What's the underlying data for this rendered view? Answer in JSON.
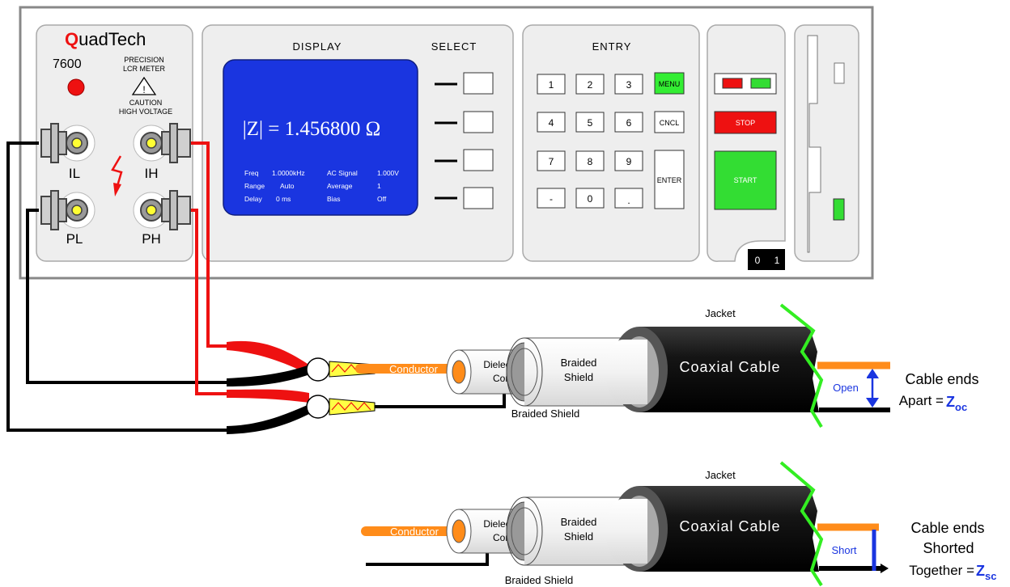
{
  "instrument": {
    "brand_initial": "Q",
    "brand_rest": "uadTech",
    "model": "7600",
    "type_line1": "PRECISION",
    "type_line2": "LCR METER",
    "caution_line1": "CAUTION",
    "caution_line2": "HIGH VOLTAGE",
    "terminals": [
      "IL",
      "IH",
      "PL",
      "PH"
    ]
  },
  "display": {
    "section_label": "DISPLAY",
    "reading": "|Z| = 1.456800 Ω",
    "params": [
      {
        "label": "Freq",
        "value": "1.0000kHz",
        "label2": "AC Signal",
        "value2": "1.000V"
      },
      {
        "label": "Range",
        "value": "Auto",
        "label2": "Average",
        "value2": "1"
      },
      {
        "label": "Delay",
        "value": "0 ms",
        "label2": "Bias",
        "value2": "Off"
      }
    ]
  },
  "select": {
    "section_label": "SELECT"
  },
  "entry": {
    "section_label": "ENTRY",
    "keys": [
      "1",
      "2",
      "3",
      "4",
      "5",
      "6",
      "7",
      "8",
      "9",
      "-",
      "0",
      "."
    ],
    "menu": "MENU",
    "cancel": "CNCL",
    "enter": "ENTER"
  },
  "control": {
    "stop": "STOP",
    "start": "START",
    "power": [
      "0",
      "1"
    ]
  },
  "cable_top": {
    "jacket": "Jacket",
    "cable": "Coaxial Cable",
    "dielectric_line1": "Dielectric",
    "dielectric_line2": "Core",
    "shield_line1": "Braided",
    "shield_line2": "Shield",
    "conductor": "Conductor",
    "braided_shield": "Braided Shield",
    "gap_label": "Open",
    "ends_line1": "Cable ends",
    "ends_line2": "Apart =",
    "z_symbol": "Z",
    "z_sub": "oc"
  },
  "cable_bottom": {
    "jacket": "Jacket",
    "cable": "Coaxial Cable",
    "dielectric_line1": "Dielectric",
    "dielectric_line2": "Core",
    "shield_line1": "Braided",
    "shield_line2": "Shield",
    "conductor": "Conductor",
    "braided_shield": "Braided Shield",
    "gap_label": "Short",
    "ends_line1": "Cable ends",
    "ends_line2": "Shorted",
    "ends_line3": "Together =",
    "z_symbol": "Z",
    "z_sub": "sc"
  },
  "colors": {
    "lcd": "#1a35e0",
    "menu_key": "#33ee33",
    "stop": "#ee1111",
    "start": "#33dd33",
    "conductor": "#ff8c1a",
    "jacket_edge": "#33ee22",
    "lead_red": "#ee1111",
    "brand_q": "#ee1111",
    "z_label": "#1a35e0"
  }
}
